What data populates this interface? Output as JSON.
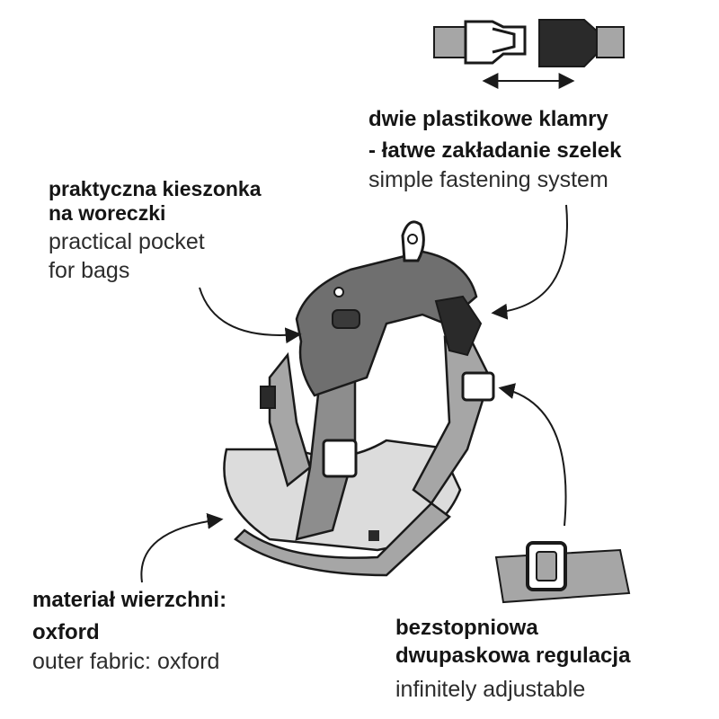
{
  "labels": {
    "pocket": {
      "pl": "praktyczna kieszonka\nna woreczki",
      "en": "practical pocket\nfor bags"
    },
    "buckle": {
      "pl": "dwie plastikowe klamry\n- łatwe zakładanie szelek",
      "en": "simple fastening system"
    },
    "material": {
      "pl": "materiał wierzchni:\noxford",
      "en": "outer fabric: oxford"
    },
    "adjust": {
      "pl": "bezstopniowa\ndwupaskowa regulacja",
      "en": "infinitely adjustable"
    }
  },
  "colors": {
    "outline": "#1a1a1a",
    "strap": "#a6a6a6",
    "body_dark": "#6f6f6f",
    "panel_light": "#dcdcdc",
    "buckle": "#2a2a2a"
  }
}
